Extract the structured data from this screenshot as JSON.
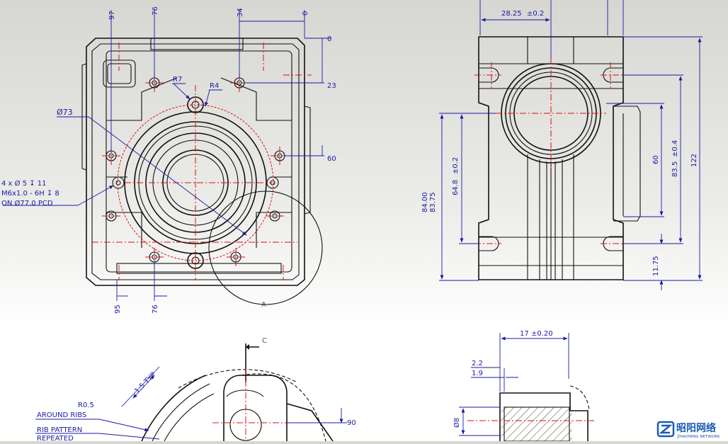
{
  "front_view": {
    "top_dims": [
      "97",
      "76",
      "34",
      "0"
    ],
    "right_dims": [
      "0",
      "23",
      "60"
    ],
    "bottom_dims": [
      "95",
      "76"
    ],
    "radius_r7": "R7",
    "radius_r4": "R4",
    "diameter_73": "Ø73",
    "hole_note": [
      "4 x Ø 5 ↧ 11",
      "M6x1.0 - 6H ↧ 8",
      "ON Ø77.0 PCD"
    ],
    "detail_label": "A"
  },
  "side_view": {
    "top_dim": "28.25",
    "top_dim_tol": "±0.2",
    "left_dim_a": "84.00",
    "left_dim_b": "83.75",
    "left_dim_c": "64.8",
    "left_dim_c_tol": "±0.2",
    "right_dim_60": "60",
    "right_dim_835": "83.5",
    "right_dim_835_tol": "±0.4",
    "right_dim_122": "122",
    "right_dim_1175": "11.75"
  },
  "bottom_left": {
    "section_label": "C",
    "dim_15": "1.5 TYP",
    "dim_r05": "R0.5",
    "note_around": "AROUND RIBS",
    "note_pattern": "RIB PATTERN",
    "note_repeated": "REPEATED",
    "dim_90": "90"
  },
  "bottom_right": {
    "dim_17": "17",
    "dim_17_tol": "±0.20",
    "dim_22": "2.2",
    "dim_19": "1.9",
    "dim_d8": "Ø8"
  },
  "watermark": {
    "cn": "昭阳网络",
    "en": "ZHAOYANG NETWORK"
  },
  "colors": {
    "dimension": "#1a1aa6",
    "centerline": "#d11111",
    "outline": "#111111",
    "watermark": "#1a5bb0"
  }
}
